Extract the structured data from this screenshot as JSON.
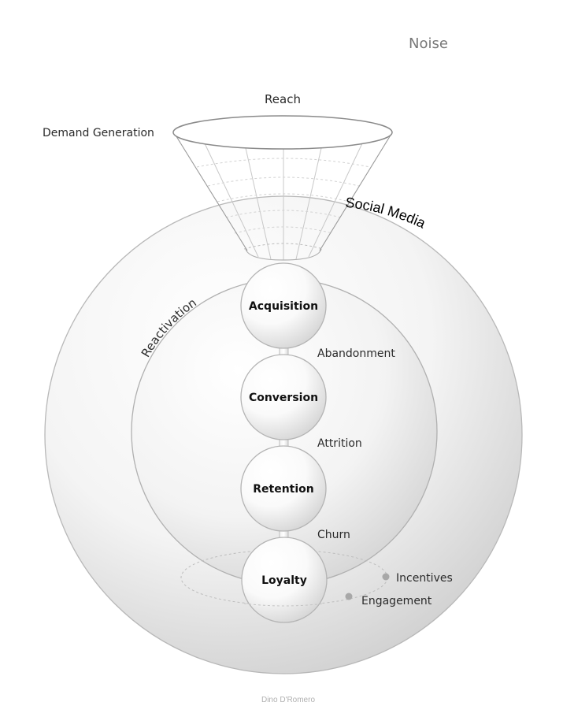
{
  "diagram": {
    "title_noise": "Noise",
    "funnel": {
      "top_label": "Reach",
      "side_label": "Demand Generation"
    },
    "outer_ring_label": "Social Media",
    "inner_ring_label": "Reactivation",
    "stages": [
      {
        "label": "Acquisition"
      },
      {
        "label": "Conversion"
      },
      {
        "label": "Retention"
      },
      {
        "label": "Loyalty"
      }
    ],
    "leakage": [
      {
        "label": "Abandonment"
      },
      {
        "label": "Attrition"
      },
      {
        "label": "Churn"
      }
    ],
    "loyalty_drivers": [
      {
        "label": "Incentives"
      },
      {
        "label": "Engagement"
      }
    ],
    "credit": "Dino D'Romero",
    "colors": {
      "stroke": "#b4b4b4",
      "funnel_stroke": "#8a8a8a",
      "dot": "#a8a8a8",
      "sphere_light": "#ffffff",
      "sphere_dark": "#cfcfcf"
    }
  }
}
